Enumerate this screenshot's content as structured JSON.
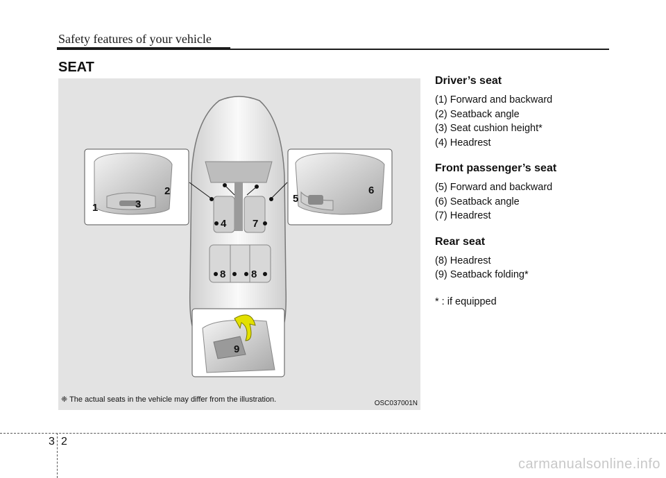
{
  "header": {
    "running_title": "Safety features of your vehicle"
  },
  "section": {
    "title": "SEAT"
  },
  "figure": {
    "note": "❈ The actual seats in the vehicle may differ from the illustration.",
    "code": "OSC037001N",
    "callouts": [
      "1",
      "2",
      "3",
      "4",
      "5",
      "6",
      "7",
      "8",
      "8",
      "9"
    ]
  },
  "drivers_seat": {
    "heading": "Driver’s seat",
    "items": [
      "(1) Forward and backward",
      "(2) Seatback angle",
      "(3) Seat cushion height*",
      "(4) Headrest"
    ]
  },
  "passenger_seat": {
    "heading": "Front passenger’s seat",
    "items": [
      "(5) Forward and backward",
      "(6) Seatback angle",
      "(7) Headrest"
    ]
  },
  "rear_seat": {
    "heading": "Rear seat",
    "items": [
      "(8) Headrest",
      "(9) Seatback folding*"
    ]
  },
  "footnote": "* : if equipped",
  "footer": {
    "chapter": "3",
    "page": "2"
  },
  "watermark": "carmanualsonline.info",
  "colors": {
    "accent_arrow": "#e3e000",
    "figure_bg": "#e3e3e3"
  }
}
